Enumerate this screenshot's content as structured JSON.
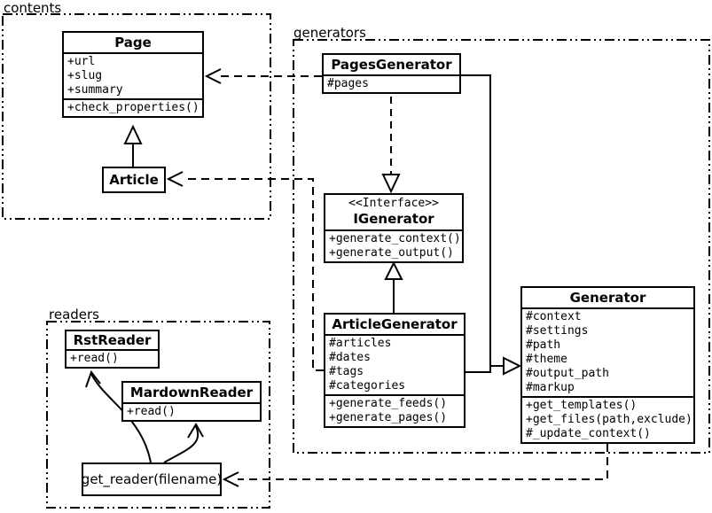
{
  "diagram": {
    "type": "uml-class-diagram",
    "colors": {
      "line": "#000000",
      "background": "#ffffff"
    }
  },
  "packages": {
    "contents": {
      "label": "contents"
    },
    "generators": {
      "label": "generators"
    },
    "readers": {
      "label": "readers"
    }
  },
  "classes": {
    "page": {
      "title": "Page",
      "attributes": [
        "+url",
        "+slug",
        "+summary"
      ],
      "methods": [
        "+check_properties()"
      ]
    },
    "article": {
      "title": "Article"
    },
    "pages_generator": {
      "title": "PagesGenerator",
      "attributes": [
        "#pages"
      ]
    },
    "igenerator": {
      "stereotype": "<<Interface>>",
      "title": "IGenerator",
      "methods": [
        "+generate_context()",
        "+generate_output()"
      ]
    },
    "article_generator": {
      "title": "ArticleGenerator",
      "attributes": [
        "#articles",
        "#dates",
        "#tags",
        "#categories"
      ],
      "methods": [
        "+generate_feeds()",
        "+generate_pages()"
      ]
    },
    "generator": {
      "title": "Generator",
      "attributes": [
        "#context",
        "#settings",
        "#path",
        "#theme",
        "#output_path",
        "#markup"
      ],
      "methods": [
        "+get_templates()",
        "+get_files(path,exclude)",
        "#_update_context()"
      ]
    },
    "rst_reader": {
      "title": "RstReader",
      "methods": [
        "+read()"
      ]
    },
    "mardown_reader": {
      "title": "MardownReader",
      "methods": [
        "+read()"
      ]
    },
    "get_reader": {
      "label": "get_reader(filename)"
    }
  },
  "relations": [
    {
      "from": "Article",
      "to": "Page",
      "kind": "inheritance-solid"
    },
    {
      "from": "PagesGenerator",
      "to": "Page",
      "kind": "dependency-dashed"
    },
    {
      "from": "PagesGenerator",
      "to": "IGenerator",
      "kind": "realization-dashed"
    },
    {
      "from": "ArticleGenerator",
      "to": "IGenerator",
      "kind": "realization-solid"
    },
    {
      "from": "ArticleGenerator",
      "to": "Article",
      "kind": "dependency-dashed"
    },
    {
      "from": "PagesGenerator",
      "to": "Generator",
      "kind": "inheritance-solid"
    },
    {
      "from": "ArticleGenerator",
      "to": "Generator",
      "kind": "inheritance-solid"
    },
    {
      "from": "Generator",
      "to": "get_reader(filename)",
      "kind": "dependency-dashed"
    },
    {
      "from": "get_reader(filename)",
      "to": "RstReader",
      "kind": "arrow-curved"
    },
    {
      "from": "get_reader(filename)",
      "to": "MardownReader",
      "kind": "arrow-curved"
    }
  ]
}
